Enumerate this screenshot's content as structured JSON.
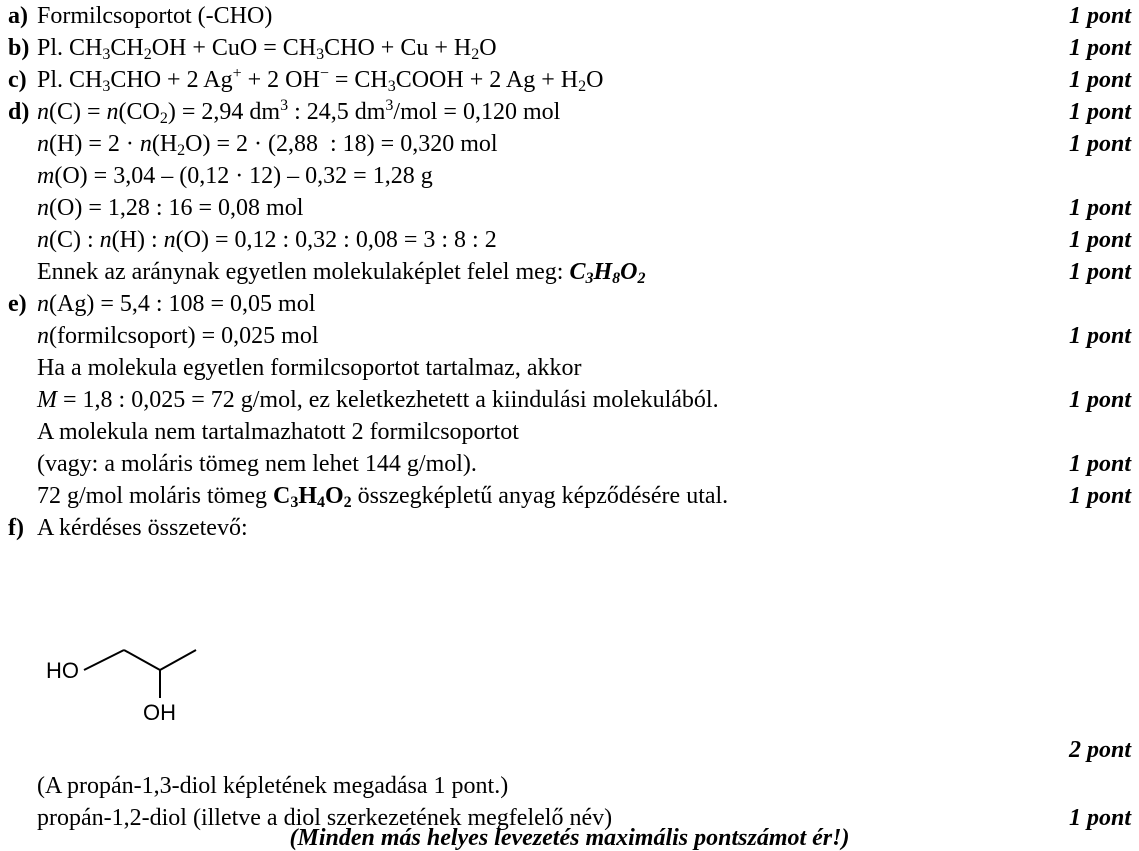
{
  "rows": {
    "a": {
      "label": "a)",
      "text": "Formilcsoportot (-CHO)",
      "points": "1 pont"
    },
    "b": {
      "label": "b)",
      "prefix": "Pl. CH",
      "points": "1 pont"
    },
    "c": {
      "label": "c)",
      "points": "1 pont"
    },
    "d1": {
      "label": "d)",
      "points": "1 pont"
    },
    "d2": {
      "points": "1 pont"
    },
    "d3": {},
    "d4": {
      "points": "1 pont"
    },
    "d5": {
      "points": "1 pont"
    },
    "d6": {
      "text": "Ennek az aránynak egyetlen molekulaképlet felel meg: ",
      "points": "1 pont"
    },
    "e1": {
      "label": "e)"
    },
    "e2": {
      "points": "1 pont"
    },
    "e3": {
      "text": "Ha a molekula egyetlen formilcsoportot tartalmaz, akkor"
    },
    "e4": {
      "text": " = 1,8 : 0,025 = 72 g/mol, ez keletkezhetett a kiindulási molekulából.",
      "points": "1 pont"
    },
    "e5": {
      "text": "A molekula nem tartalmazhatott 2 formilcsoportot"
    },
    "e6": {
      "text": "(vagy: a moláris tömeg nem lehet 144 g/mol).",
      "points": "1 pont"
    },
    "e7": {
      "text_before": "72 g/mol moláris tömeg ",
      "text_after": " összegképletű anyag képződésére utal.",
      "points": "1 pont"
    },
    "f1": {
      "label": "f)",
      "text": "A kérdéses összetevő:"
    },
    "f2": {
      "points": "2 pont"
    },
    "f3": {
      "text": "(A propán-1,3-diol képletének megadása 1 pont.)"
    },
    "f4": {
      "text": "propán-1,2-diol (illetve a diol szerkezetének megfelelő név)",
      "points": "1 pont"
    }
  },
  "structure": {
    "ho_label": "HO",
    "oh_label": "OH"
  },
  "footer": "(Minden más helyes levezetés maximális pontszámot ér!)"
}
